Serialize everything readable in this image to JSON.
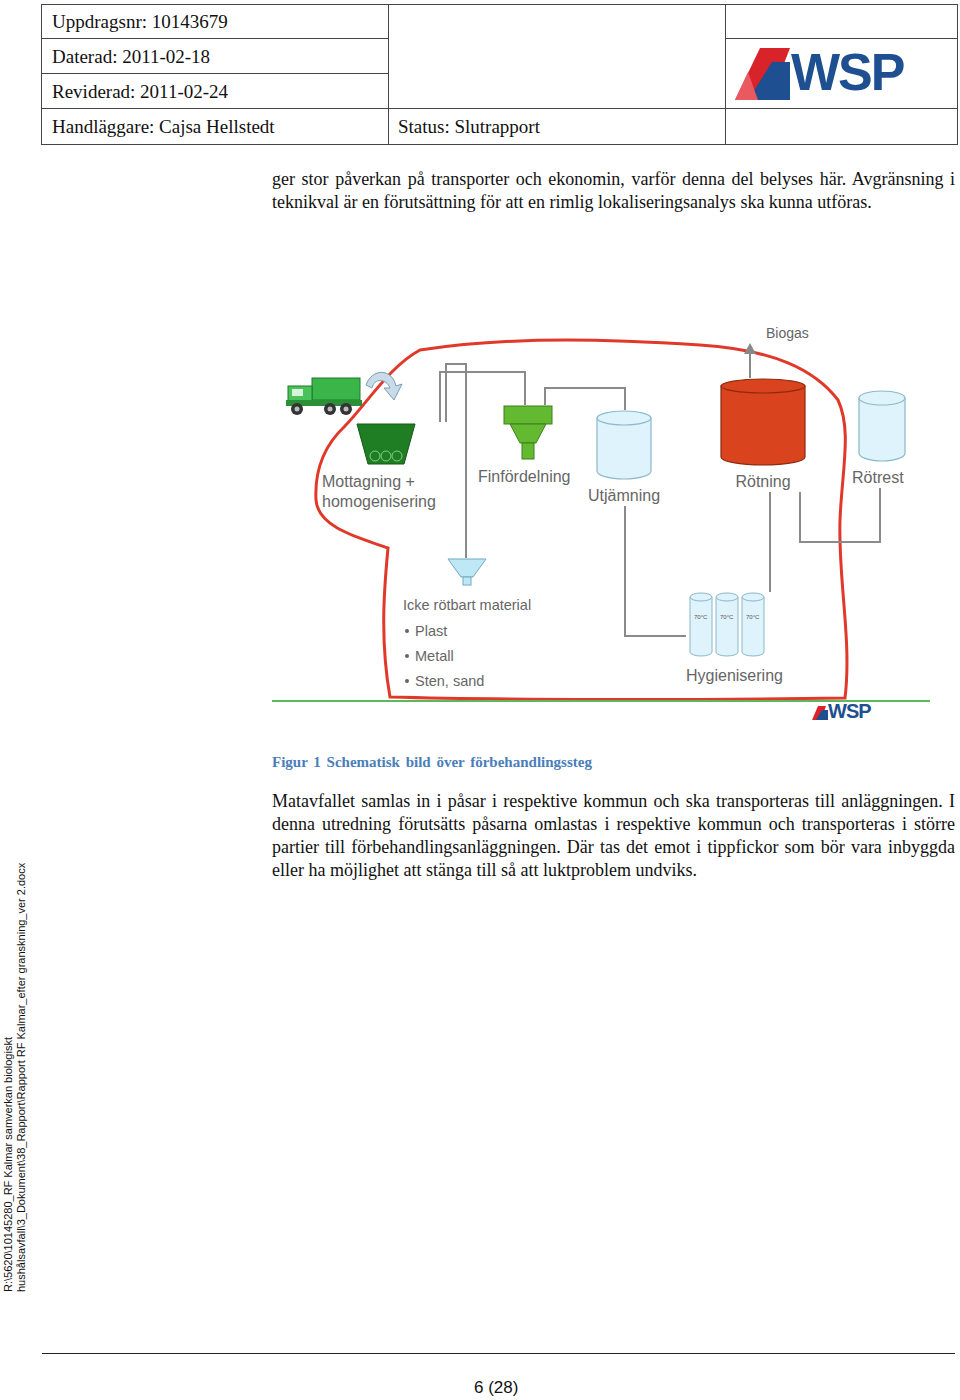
{
  "diagram": {
    "caption": "Figur 1 Schematisk bild över förbehandlingssteg",
    "nodes": [
      {
        "text": [
          "Mottagning + homogenisering"
        ]
      },
      {
        "text": [
          "Finfördelning"
        ]
      },
      {
        "text": [
          "Utjämning"
        ]
      },
      {
        "text": [
          "Rötning"
        ]
      },
      {
        "text": [
          "Rötrest"
        ]
      },
      {
        "text": [
          "Icke rötbart material",
          "Plast",
          "Metall",
          "Sten, sand"
        ]
      },
      {
        "text": [
          "Hygienisering"
        ]
      }
    ],
    "edges": [
      {
        "from": 0,
        "to": 1,
        "arrow": "none"
      },
      {
        "from": 0,
        "to": 5,
        "arrow": "none"
      },
      {
        "from": 1,
        "to": 2,
        "arrow": "none"
      },
      {
        "from": 2,
        "to": 6,
        "arrow": "none"
      },
      {
        "from": 6,
        "to": 3,
        "arrow": "none"
      },
      {
        "from": 3,
        "to": 4,
        "arrow": "none"
      }
    ],
    "labels": [
      "Uppdragsnr: 10143679",
      "Daterad: 2011-02-18",
      "Reviderad: 2011-02-24",
      "Handläggare: Cajsa Hellstedt",
      "Status: Slutrapport",
      "WSP",
      "ger stor påverkan på transporter och ekonomin, varför denna del belyses här. Avgränsning i teknikval är en förutsättning för att en rimlig lokaliseringsanalys ska kunna utföras.",
      "Biogas",
      "70°C",
      "70°C",
      "70°C",
      "WSP",
      "Matavfallet samlas in i påsar i respektive kommun och ska transporteras till anläggningen. I denna utredning förutsätts påsarna omlastas i respektive kommun och transporteras i större partier till förbehandlingsanläggningen. Där tas det emot i tippfickor som bör vara inbyggda eller ha möjlighet att stänga till så att luktproblem undviks.",
      "R:\\5620\\10145280_RF Kalmar samverkan biologiskt",
      "hushålsavfall\\3_Dokument\\38_Rapport\\Rapport RF Kalmar_efter granskning_ver 2.docx",
      "6 (28)"
    ]
  }
}
